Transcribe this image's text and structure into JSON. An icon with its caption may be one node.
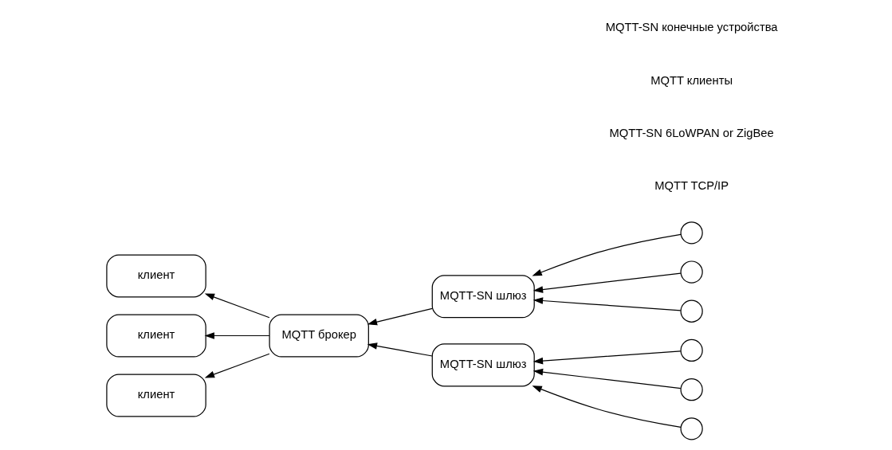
{
  "diagram": {
    "nodes": [
      {
        "text": [
          "клиент"
        ]
      },
      {
        "text": [
          "клиент"
        ]
      },
      {
        "text": [
          "клиент"
        ]
      },
      {
        "text": [
          "MQTT брокер"
        ]
      },
      {
        "text": [
          "MQTT-SN шлюз"
        ]
      },
      {
        "text": [
          "MQTT-SN шлюз"
        ]
      },
      {
        "text": [],
        "shape": "circle"
      },
      {
        "text": [],
        "shape": "circle"
      },
      {
        "text": [],
        "shape": "circle"
      },
      {
        "text": [],
        "shape": "circle"
      },
      {
        "text": [],
        "shape": "circle"
      },
      {
        "text": [],
        "shape": "circle"
      }
    ],
    "edges": [
      {
        "from": 3,
        "to": 0,
        "arrow": "to"
      },
      {
        "from": 3,
        "to": 1,
        "arrow": "to"
      },
      {
        "from": 3,
        "to": 2,
        "arrow": "to"
      },
      {
        "from": 4,
        "to": 3,
        "arrow": "to"
      },
      {
        "from": 5,
        "to": 3,
        "arrow": "to"
      },
      {
        "from": 6,
        "to": 4,
        "arrow": "to"
      },
      {
        "from": 7,
        "to": 4,
        "arrow": "to"
      },
      {
        "from": 8,
        "to": 4,
        "arrow": "to"
      },
      {
        "from": 9,
        "to": 5,
        "arrow": "to"
      },
      {
        "from": 10,
        "to": 5,
        "arrow": "to"
      },
      {
        "from": 11,
        "to": 5,
        "arrow": "to"
      }
    ],
    "labels": [
      "MQTT TCP/IP",
      "MQTT-SN 6LoWPAN or ZigBee",
      "MQTT клиенты",
      "MQTT-SN конечные устройства"
    ]
  }
}
